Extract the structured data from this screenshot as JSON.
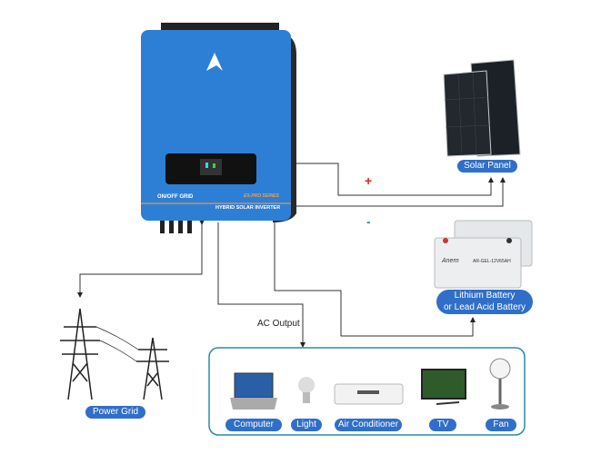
{
  "inverter": {
    "mode_label": "ON/OFF GRID",
    "series_label": "EX-PRO SERIES",
    "model_label": "HYBRID SOLAR INVERTER",
    "body_color": "#2d7fd6"
  },
  "solar": {
    "label": "Solar Panel",
    "plus": "+",
    "minus": "-"
  },
  "battery": {
    "label_line1": "Lithium Battery",
    "label_line2": "or Lead Acid Battery",
    "brand": "Anern",
    "model": "AR-GEL-12V65AH"
  },
  "grid": {
    "label": "Power Grid"
  },
  "ac_output": {
    "label": "AC Output"
  },
  "appliances": [
    {
      "label": "Computer"
    },
    {
      "label": "Light"
    },
    {
      "label": "Air Conditioner"
    },
    {
      "label": "TV"
    },
    {
      "label": "Fan"
    }
  ]
}
